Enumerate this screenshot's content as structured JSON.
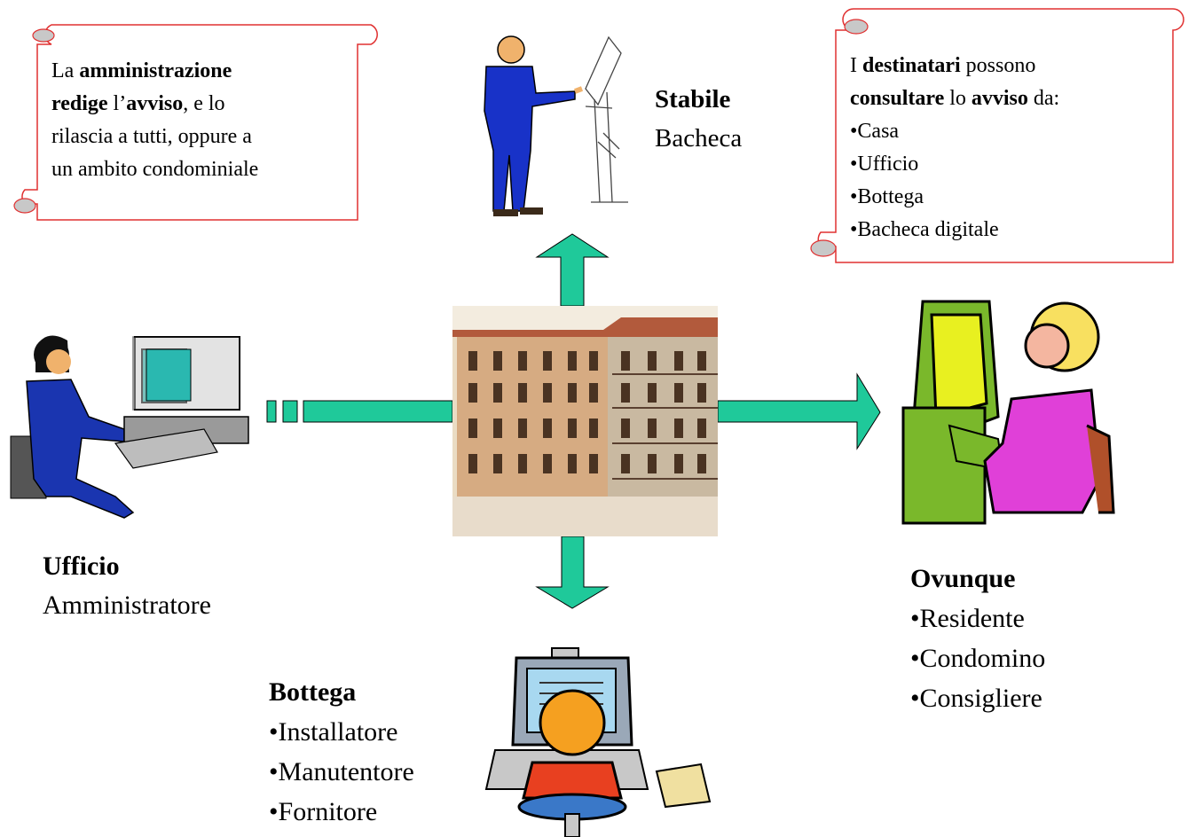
{
  "scroll_left": {
    "line1_pre": "La ",
    "line1_bold": "amministrazione",
    "line2_bold1": "redige",
    "line2_mid": " l’",
    "line2_bold2": "avviso",
    "line2_post": ", e lo",
    "line3": "rilascia a tutti,  oppure a",
    "line4": "un ambito condominiale"
  },
  "scroll_right": {
    "line1_pre": "I ",
    "line1_bold": "destinatari",
    "line1_post": " possono",
    "line2_bold1": "consultare",
    "line2_mid": " lo ",
    "line2_bold2": "avviso",
    "line2_post": " da:",
    "items": [
      "Casa",
      "Ufficio",
      "Bottega",
      "Bacheca digitale"
    ]
  },
  "stabile": {
    "title": "Stabile",
    "subtitle": "Bacheca"
  },
  "ufficio": {
    "title": "Ufficio",
    "subtitle": "Amministratore"
  },
  "ovunque": {
    "title": "Ovunque",
    "items": [
      "Residente",
      "Condomino",
      "Consigliere"
    ]
  },
  "bottega": {
    "title": "Bottega",
    "items": [
      "Installatore",
      "Manutentore",
      "Fornitore"
    ]
  },
  "colors": {
    "arrow": "#1fc99a",
    "scroll_border": "#e03030",
    "scroll_curl": "#c8c8c8"
  }
}
